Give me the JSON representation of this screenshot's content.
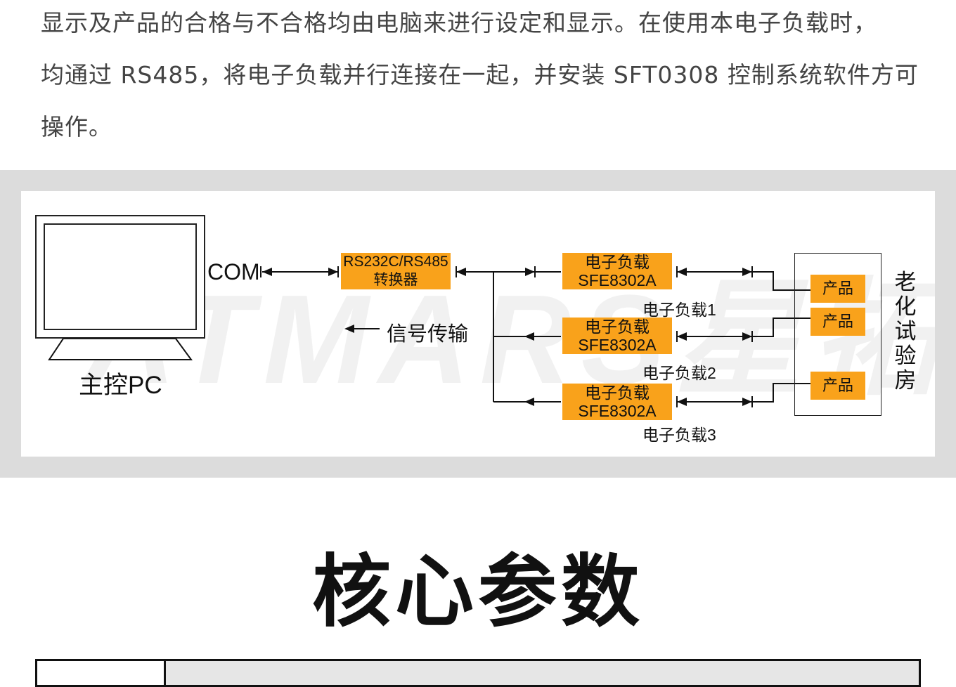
{
  "intro": {
    "lines": [
      "显示及产品的合格与不合格均由电脑来进行设定和显示。在使用本电子负载时，",
      "均通过 RS485，将电子负载并行连接在一起，并安装 SFT0308 控制系统软件方可",
      "操作。"
    ]
  },
  "diagram": {
    "watermark": "ATMARS星拓",
    "pc_label": "主控PC",
    "com_label": "COM",
    "converter": {
      "line1": "RS232C/RS485",
      "line2": "转换器"
    },
    "signal_label": "信号传输",
    "loads": [
      {
        "line1": "电子负载",
        "line2": "SFE8302A",
        "caption": "电子负载1"
      },
      {
        "line1": "电子负载",
        "line2": "SFE8302A",
        "caption": "电子负载2"
      },
      {
        "line1": "电子负载",
        "line2": "SFE8302A",
        "caption": "电子负载3"
      }
    ],
    "products": [
      "产品",
      "产品",
      "产品"
    ],
    "aging_room": [
      "老",
      "化",
      "试",
      "验",
      "房"
    ]
  },
  "section": {
    "title": "核心参数"
  },
  "colors": {
    "orange": "#f9a21b",
    "band": "#dcdcdc"
  }
}
